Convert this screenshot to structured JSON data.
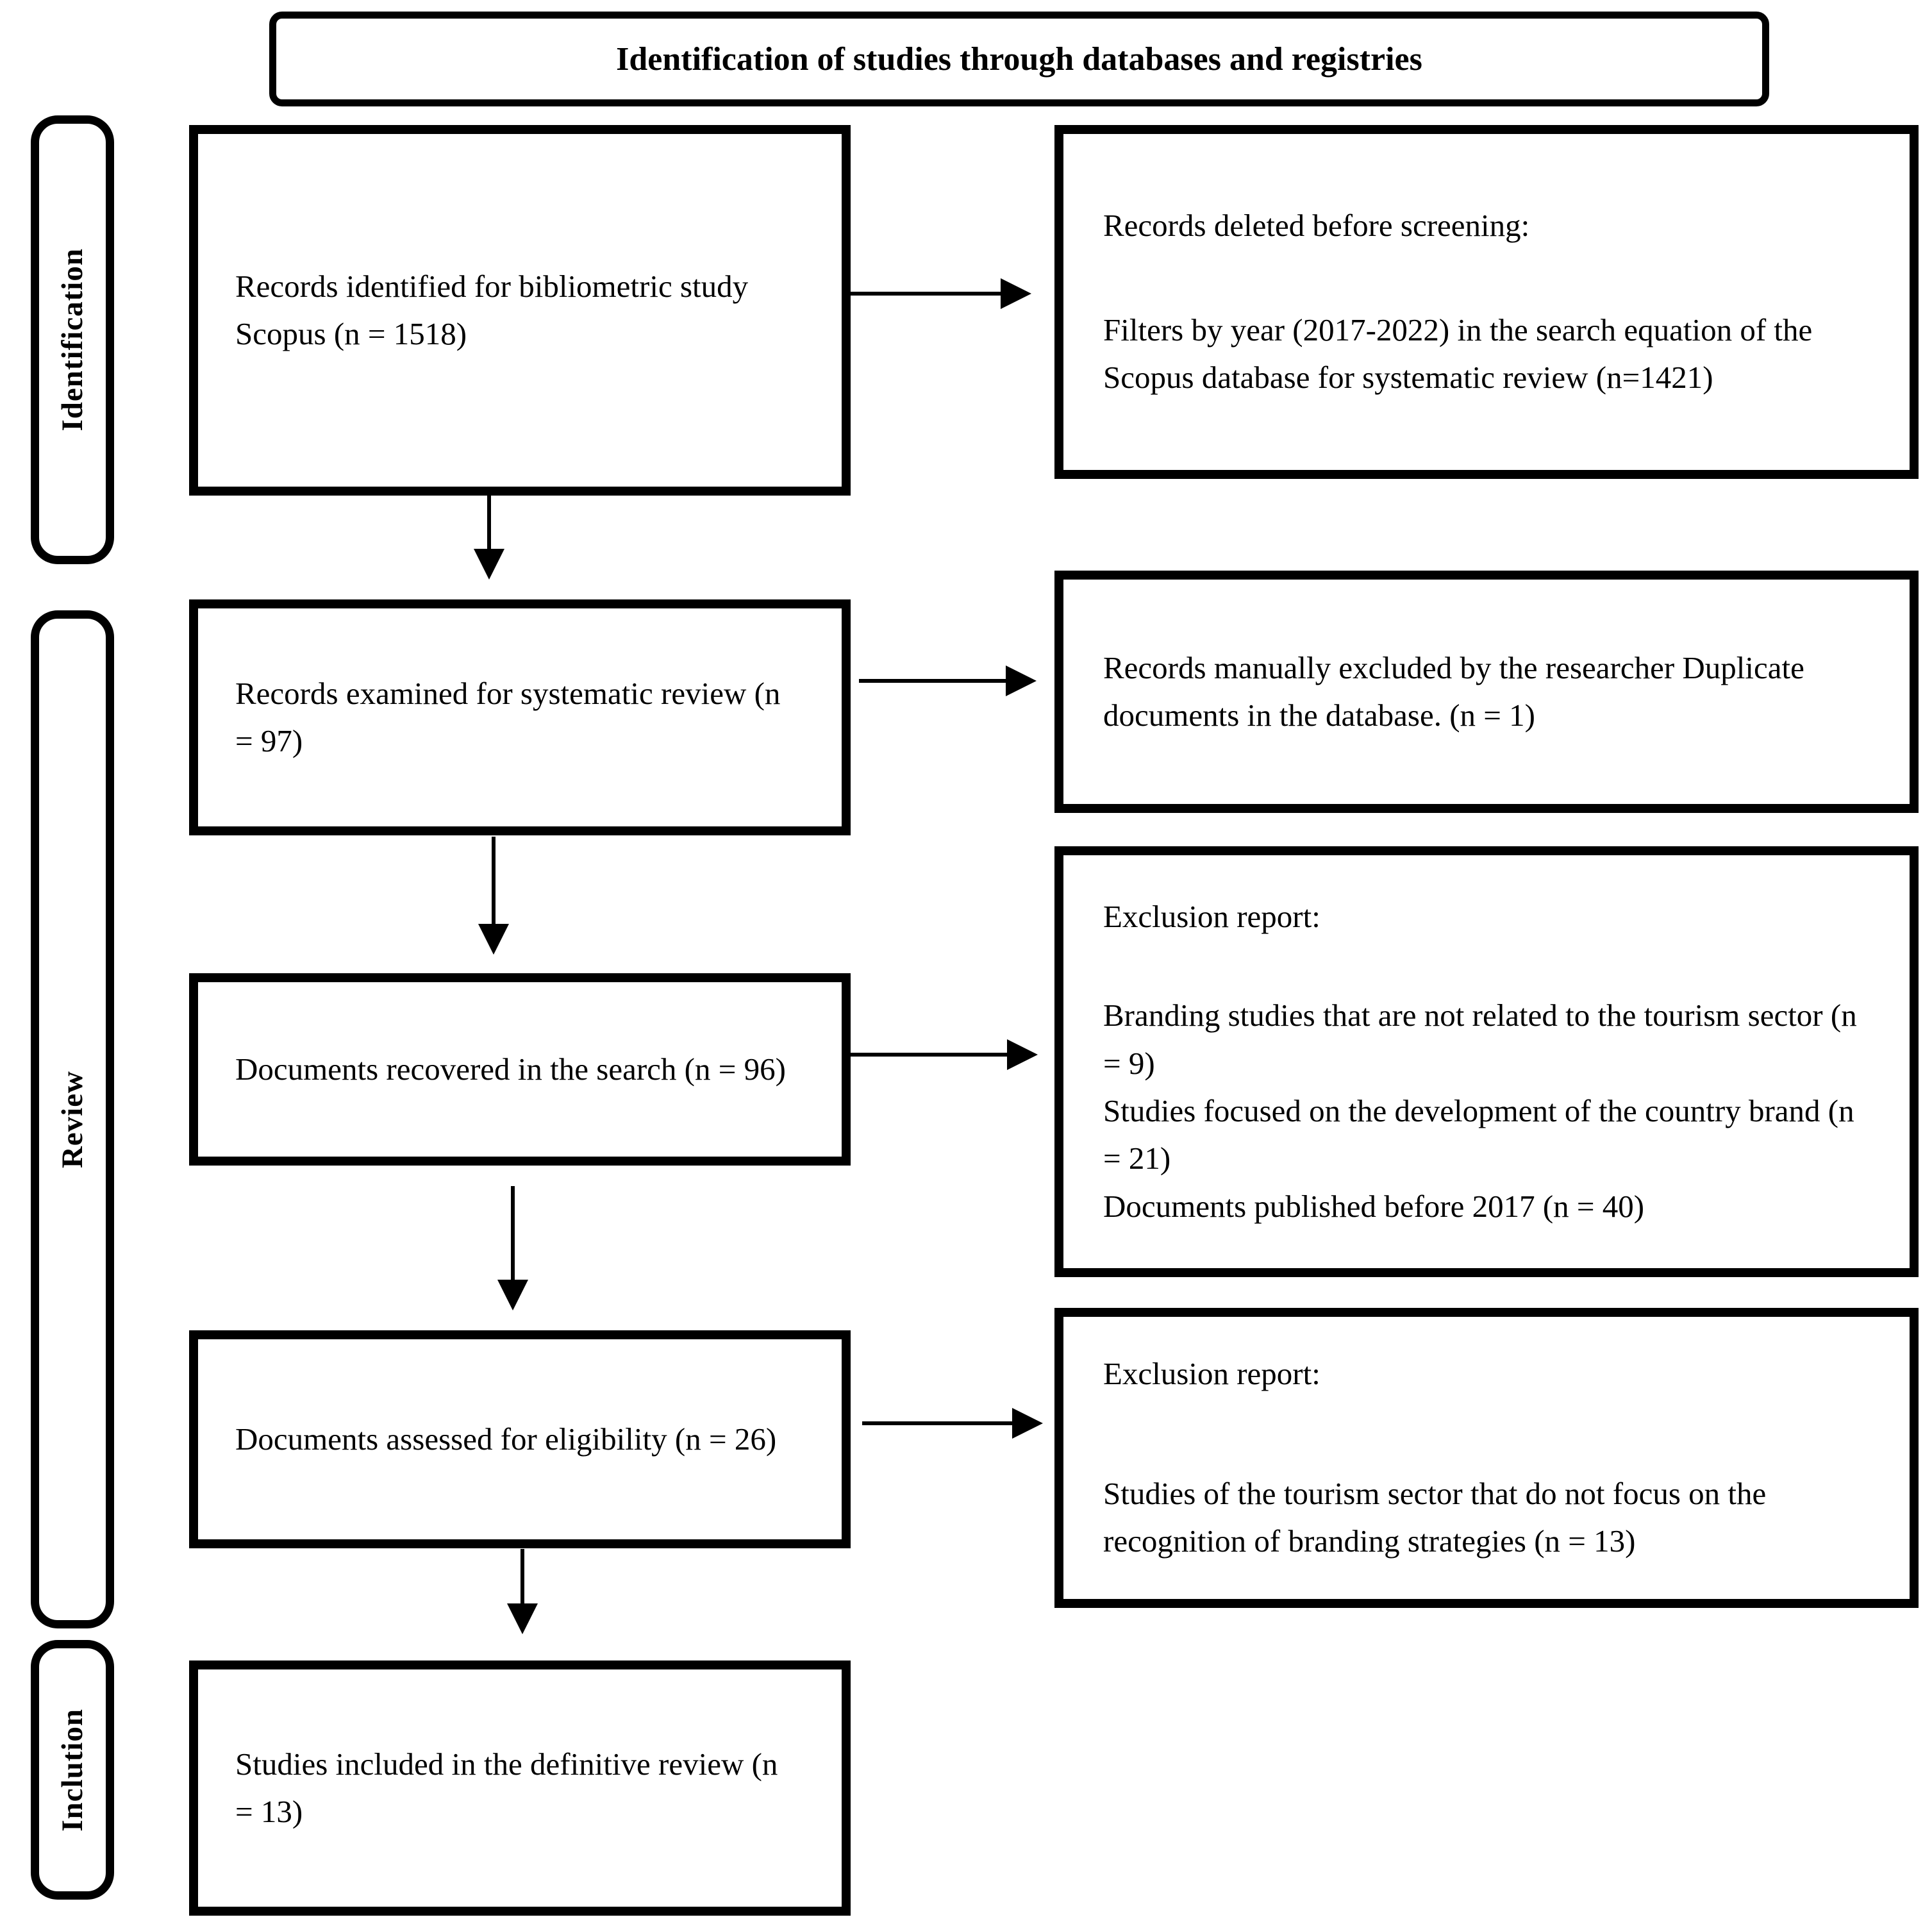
{
  "title": "Identification of studies through databases and registries",
  "stages": {
    "identification": "Identification",
    "review": "Review",
    "inclusion": "Inclution"
  },
  "left_column": {
    "records_identified": "Records identified for bibliometric study Scopus (n = 1518)",
    "records_examined": "Records examined for systematic review (n = 97)",
    "documents_recovered": "Documents recovered in the search (n = 96)",
    "documents_assessed": "Documents assessed for eligibility (n = 26)",
    "studies_included": "Studies included in the definitive review (n = 13)"
  },
  "right_column": {
    "deleted_before_screening": {
      "heading": "Records deleted before screening:",
      "body": "Filters by year (2017-2022) in the search equation of the Scopus database for systematic review (n=1421)"
    },
    "manually_excluded": {
      "body": "Records manually excluded by the researcher Duplicate documents in the database. (n = 1)"
    },
    "exclusion_report_1": {
      "heading": "Exclusion report:",
      "item1": "Branding studies that are not related to the tourism sector (n = 9)",
      "item2": "Studies focused on the development of the country brand (n = 21)",
      "item3": "Documents published before 2017 (n = 40)"
    },
    "exclusion_report_2": {
      "heading": "Exclusion report:",
      "body": "Studies of the tourism sector that do not focus on the recognition of branding strategies (n = 13)"
    }
  },
  "colors": {
    "border": "#000000",
    "background": "#ffffff",
    "text": "#000000"
  }
}
